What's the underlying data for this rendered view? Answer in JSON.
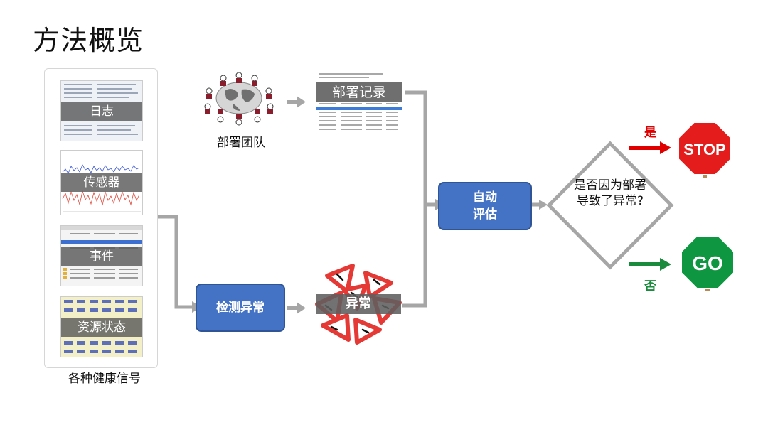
{
  "title": "方法概览",
  "signals": {
    "items": [
      {
        "label": "日志",
        "name": "log"
      },
      {
        "label": "传感器",
        "name": "sensor"
      },
      {
        "label": "事件",
        "name": "event"
      },
      {
        "label": "资源状态",
        "name": "resource-status"
      }
    ],
    "caption": "各种健康信号"
  },
  "deployment": {
    "team_label": "部署团队",
    "records_label": "部署记录"
  },
  "detect_label": "检测异常",
  "anomaly_label": "异常",
  "evaluate_label": "自动评估",
  "decision": {
    "question": "是否因为部署导致了异常?",
    "yes_label": "是",
    "no_label": "否"
  },
  "signs": {
    "stop": "STOP",
    "go": "GO"
  },
  "colors": {
    "blue_box": "#4472c4",
    "yes_red": "#e00000",
    "no_green": "#1a8a3c",
    "stop_sign": "#e41c1c",
    "go_sign": "#0f9640",
    "connector": "#a6a6a6",
    "anomaly_triangle": "#e53935"
  }
}
